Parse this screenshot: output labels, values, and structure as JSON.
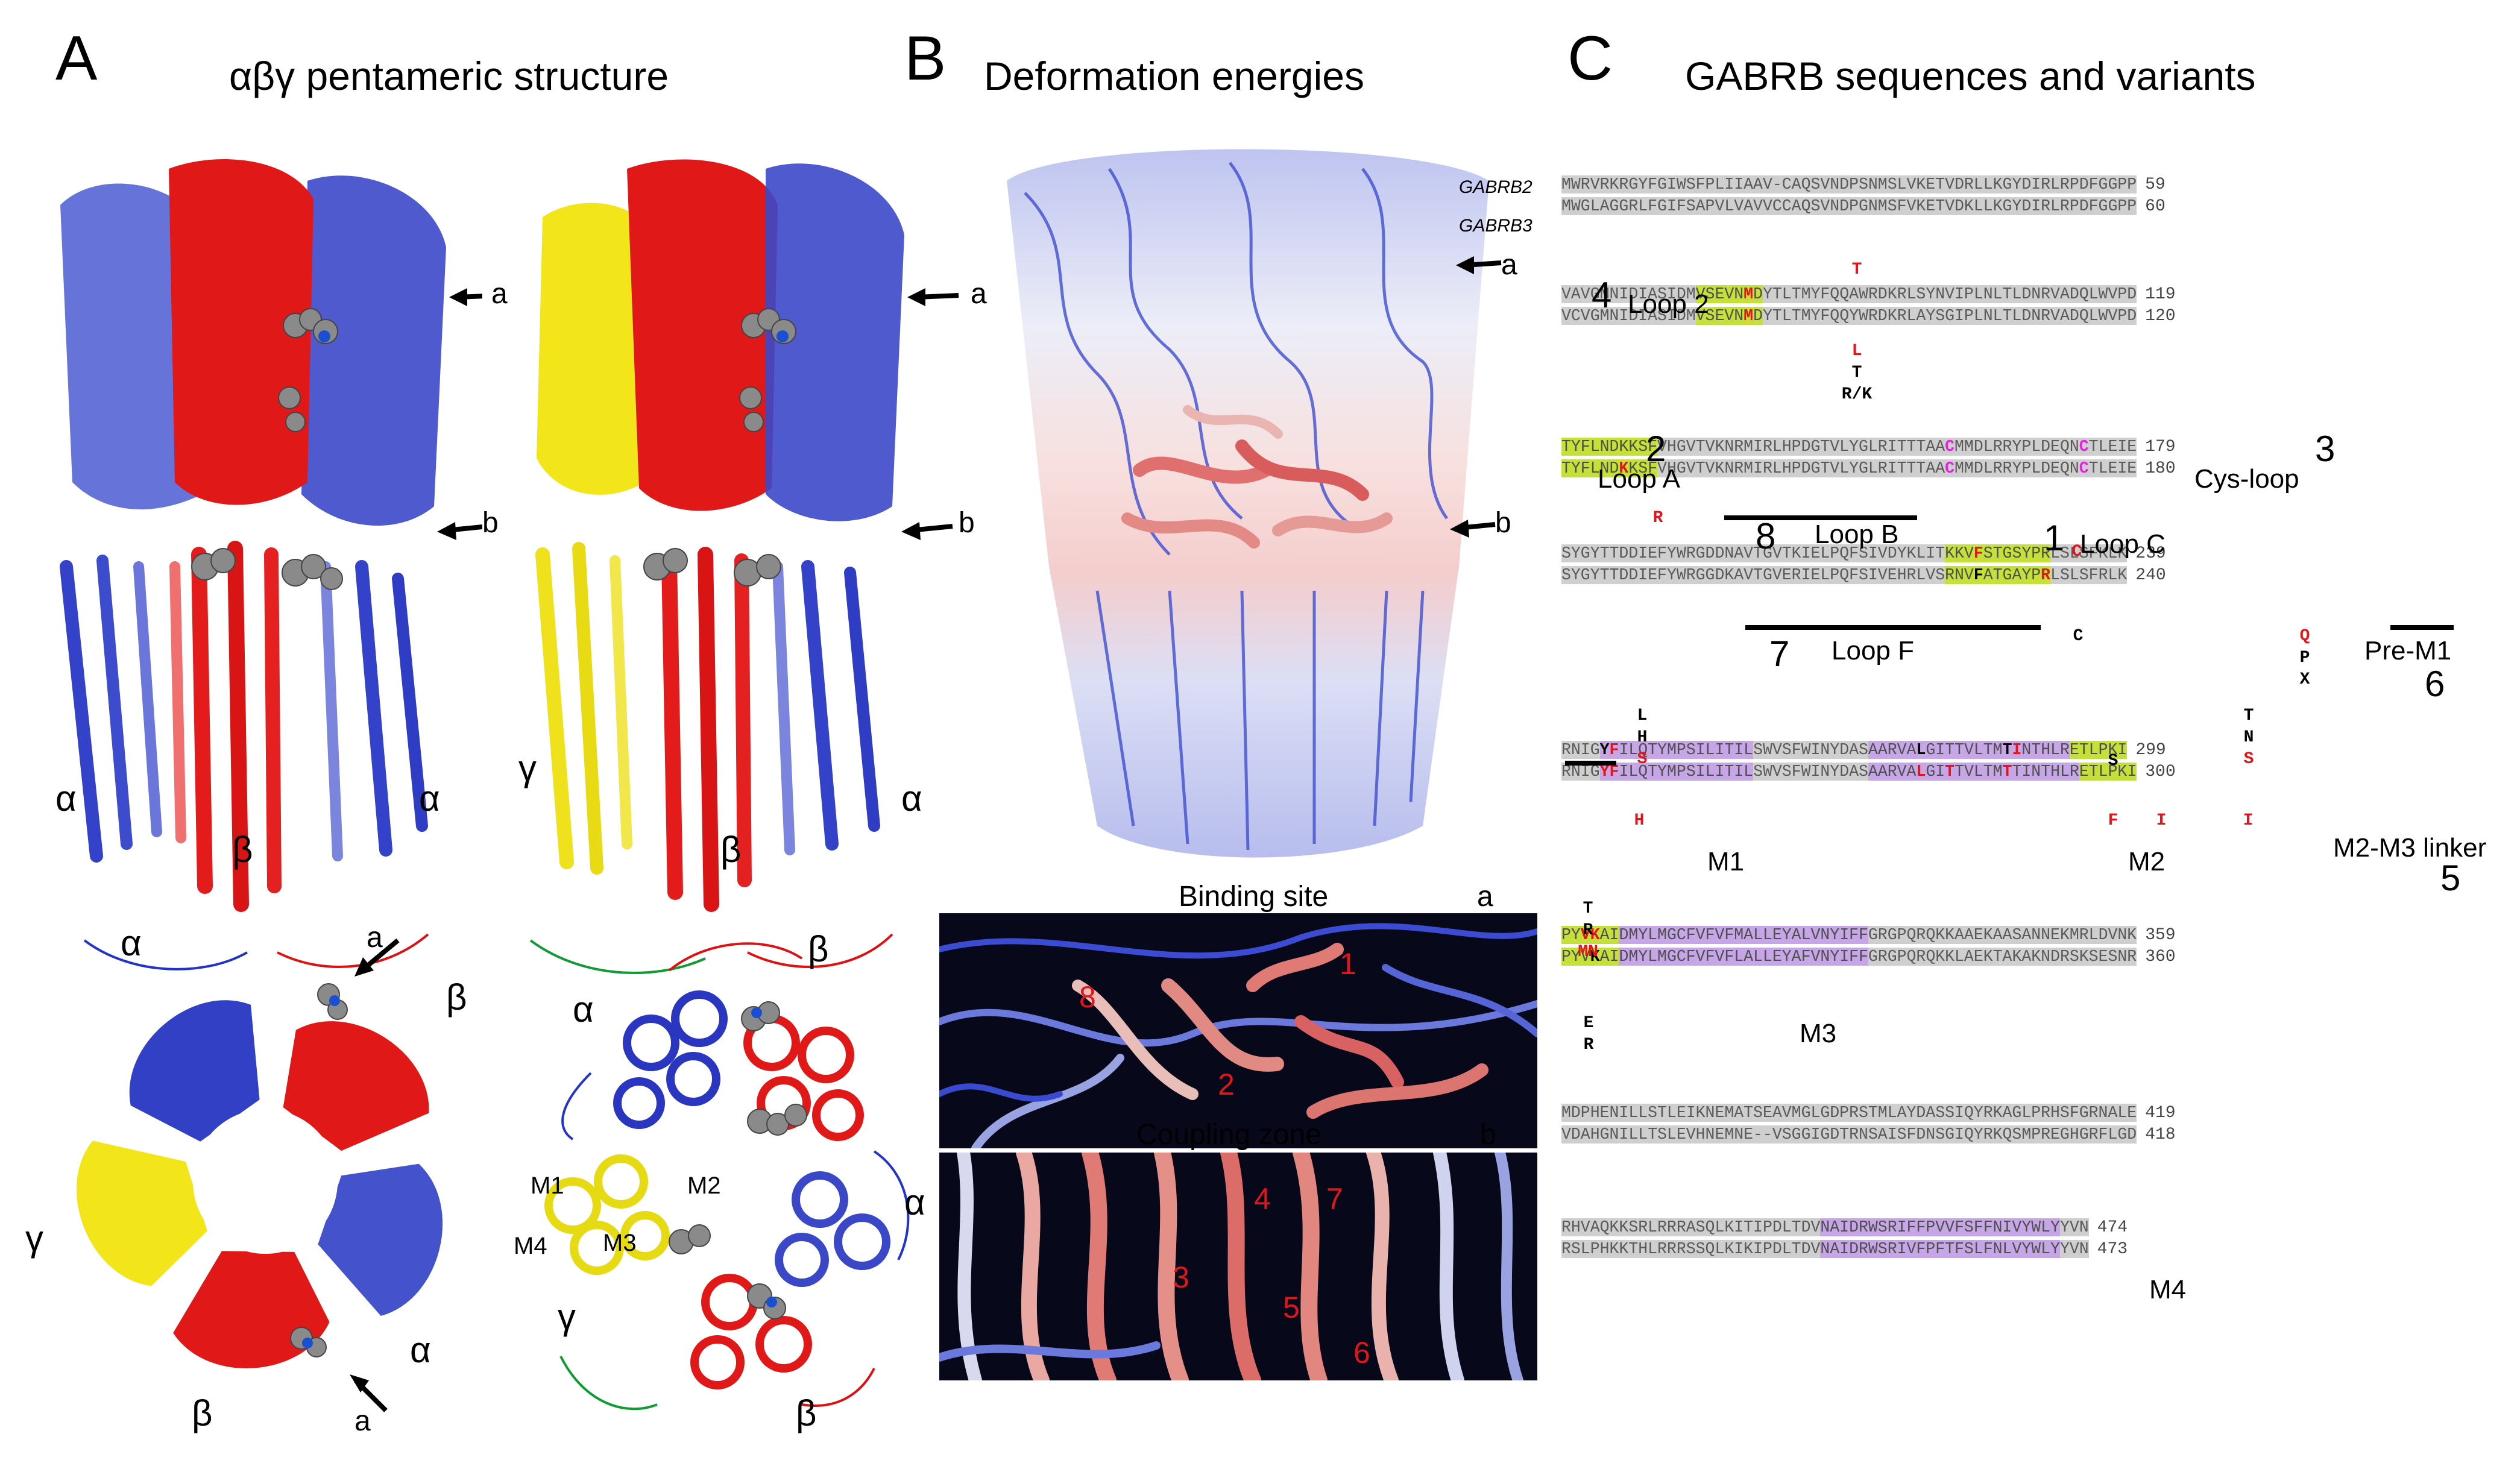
{
  "panels": {
    "A": {
      "letter": "A",
      "title": "αβγ pentameric structure"
    },
    "B": {
      "letter": "B",
      "title": "Deformation energies"
    },
    "C": {
      "letter": "C",
      "title": "GABRB sequences and variants"
    }
  },
  "panel_a": {
    "side_left": {
      "arrow_a": "a",
      "arrow_b": "b",
      "sub1": "α",
      "sub2": "β",
      "sub3": "α"
    },
    "side_right": {
      "arrow_a": "a",
      "arrow_b": "b",
      "sub1": "γ",
      "sub2": "β",
      "sub3": "α"
    },
    "top_left": {
      "a1": "a",
      "a2": "a",
      "s1": "α",
      "s2": "β",
      "s3": "γ",
      "s4": "β",
      "s5": "α"
    },
    "top_right": {
      "s1": "α",
      "s2": "β",
      "s3": "α",
      "s4": "β",
      "s5": "γ",
      "m1": "M1",
      "m2": "M2",
      "m3": "M3",
      "m4": "M4"
    }
  },
  "panel_b": {
    "arrow_a": "a",
    "arrow_b": "b",
    "zoom_a": {
      "title": "Binding site",
      "tag": "a",
      "nums": [
        "1",
        "2",
        "8"
      ]
    },
    "zoom_b": {
      "title": "Coupling zone",
      "tag": "b",
      "nums": [
        "3",
        "4",
        "5",
        "6",
        "7"
      ]
    }
  },
  "sequences": {
    "names": [
      "GABRB2",
      "GABRB3"
    ],
    "blocks": [
      {
        "rows": [
          {
            "segs": [
              [
                "g",
                "MWRVRKRGYFGIWSFPLIIAAV-CAQSVNDPSNMSLVKETVDRLLKGYDIRLRPDFGGPP"
              ]
            ],
            "num": "59"
          },
          {
            "segs": [
              [
                "g",
                "MWGLAGGRLFGIFSAPVLVAVVCCAQSVNDPGNMSFVKETVDKLLKGYDIRLRPDFGGPP"
              ]
            ],
            "num": "60"
          }
        ]
      },
      {
        "rows": [
          {
            "segs": [
              [
                "g",
                "VAVGMNIDIASIDM"
              ],
              [
                "y",
                "VSEVN"
              ],
              [
                "yr",
                "M"
              ],
              [
                "y",
                "D"
              ],
              [
                "g",
                "YTLTMYFQQAWRDKRLSYNVIPLNLTLDNRVADQLWVPD"
              ]
            ],
            "num": "119"
          },
          {
            "segs": [
              [
                "g",
                "VCVGMNIDIASIDM"
              ],
              [
                "y",
                "VSEVN"
              ],
              [
                "yr",
                "M"
              ],
              [
                "y",
                "D"
              ],
              [
                "g",
                "YTLTMYFQQYWRDKRLAYSGIPLNLTLDNRVADQLWVPD"
              ]
            ],
            "num": "120"
          }
        ]
      },
      {
        "rows": [
          {
            "segs": [
              [
                "y",
                "TYFLNDKKSF"
              ],
              [
                "g",
                "VHGVTVKNRMIRLHPDGTVLYGLRITTTAA"
              ],
              [
                "gm",
                "C"
              ],
              [
                "g",
                "MMDLRRYPLDEQN"
              ],
              [
                "gm",
                "C"
              ],
              [
                "g",
                "TLEIE"
              ]
            ],
            "num": "179"
          },
          {
            "segs": [
              [
                "y",
                "TYFLND"
              ],
              [
                "yr",
                "K"
              ],
              [
                "y",
                "KSF"
              ],
              [
                "g",
                "VHGVTVKNRMIRLHPDGTVLYGLRITTTAA"
              ],
              [
                "gm",
                "C"
              ],
              [
                "g",
                "MMDLRRYPLDEQN"
              ],
              [
                "gm",
                "C"
              ],
              [
                "g",
                "TLEIE"
              ]
            ],
            "num": "180"
          }
        ]
      },
      {
        "rows": [
          {
            "segs": [
              [
                "g",
                "SYGYTTDDIEFYWRGDDNAVTGVTKIELPQFSIVDYKLIT"
              ],
              [
                "y",
                "KKV"
              ],
              [
                "yr",
                "F"
              ],
              [
                "y",
                "STGSYPR"
              ],
              [
                "g",
                "LSLSFKLK"
              ]
            ],
            "num": "239"
          },
          {
            "segs": [
              [
                "g",
                "SYGYTTDDIEFYWRGGDKAVTGVERIELPQFSIVEHRLVS"
              ],
              [
                "y",
                "RNV"
              ],
              [
                "yk",
                "F"
              ],
              [
                "y",
                "ATGAYP"
              ],
              [
                "yr",
                "R"
              ],
              [
                "g",
                "LSLSFRLK"
              ]
            ],
            "num": "240"
          }
        ]
      },
      {
        "rows": [
          {
            "segs": [
              [
                "g",
                "RNIG"
              ],
              [
                "pk",
                "Y"
              ],
              [
                "pr",
                "F"
              ],
              [
                "p",
                "ILQTYMPSILITIL"
              ],
              [
                "g",
                "SWVSFWINYDAS"
              ],
              [
                "p",
                "AARVA"
              ],
              [
                "pk",
                "L"
              ],
              [
                "p",
                "GITTVLTM"
              ],
              [
                "pk",
                "T"
              ],
              [
                "pr",
                "I"
              ],
              [
                "p",
                "NTHLR"
              ],
              [
                "y",
                "ETLPKI"
              ]
            ],
            "num": "299"
          },
          {
            "segs": [
              [
                "g",
                "RNIG"
              ],
              [
                "pr",
                "Y"
              ],
              [
                "pr",
                "F"
              ],
              [
                "p",
                "ILQTYMPSILITIL"
              ],
              [
                "g",
                "SWVSFWINYDAS"
              ],
              [
                "p",
                "AARVA"
              ],
              [
                "pr",
                "L"
              ],
              [
                "p",
                "GI"
              ],
              [
                "pr",
                "T"
              ],
              [
                "p",
                "TVLTM"
              ],
              [
                "pr",
                "T"
              ],
              [
                "p",
                "TINTHLR"
              ],
              [
                "y",
                "ETLPKI"
              ]
            ],
            "num": "300"
          }
        ]
      },
      {
        "rows": [
          {
            "segs": [
              [
                "y",
                "PY"
              ],
              [
                "yr",
                "VK"
              ],
              [
                "y",
                "AI"
              ],
              [
                "p",
                "DMYLMGCFVFVFMALLEYALVNYIFF"
              ],
              [
                "g",
                "GRGPQRQKKAAEKAASANNEKMRLDVNK"
              ]
            ],
            "num": "359"
          },
          {
            "segs": [
              [
                "y",
                "PYV"
              ],
              [
                "yk",
                "K"
              ],
              [
                "y",
                "AI"
              ],
              [
                "p",
                "DMYLMGCFVFVFLALLEYAFVNYIFF"
              ],
              [
                "g",
                "GRGPQRQKKLAEKTAKAKNDRSKSESNR"
              ]
            ],
            "num": "360"
          }
        ]
      },
      {
        "rows": [
          {
            "segs": [
              [
                "g",
                "MDPHENILLSTLEIKNEMATSEAVMGLGDPRSTMLAYDASSIQYRKAGLPRHSFGRNALE"
              ]
            ],
            "num": "419"
          },
          {
            "segs": [
              [
                "g",
                "VDAHGNILLTSLEVHNEMNE--VSGGIGDTRNSAISFDNSGIQYRKQSMPREGHGRFLGD"
              ]
            ],
            "num": "418"
          }
        ]
      },
      {
        "rows": [
          {
            "segs": [
              [
                "g",
                "RHVAQKKSRLRRRASQLKITIPDLTDV"
              ],
              [
                "p",
                "NAIDRWSRIFFPVVFSFFNIVYWLY"
              ],
              [
                "g",
                "YVN"
              ]
            ],
            "num": "474"
          },
          {
            "segs": [
              [
                "g",
                "RSLPHKKTHLRRRSSQLKIKIPDLTDV"
              ],
              [
                "p",
                "NAIDRWSRIVFPFTFSLFNLVYWLY"
              ],
              [
                "g",
                "YVN"
              ]
            ],
            "num": "473"
          }
        ]
      }
    ]
  },
  "seq_labels": {
    "loop2": "Loop 2",
    "loopA": "Loop A",
    "cysloop": "Cys-loop",
    "loopB": "Loop B",
    "loopC": "Loop C",
    "loopF": "Loop F",
    "prem1": "Pre-M1",
    "m1": "M1",
    "m2": "M2",
    "m2m3": "M2-M3 linker",
    "m3": "M3",
    "m4": "M4",
    "n1": "1",
    "n2": "2",
    "n3": "3",
    "n4": "4",
    "n5": "5",
    "n6": "6",
    "n7": "7",
    "n8": "8"
  },
  "variants": {
    "b2_top": [
      [
        "T",
        "red"
      ]
    ],
    "b2_bot": [
      [
        "L",
        "red"
      ],
      [
        "T",
        "black"
      ],
      [
        "R/K",
        "black"
      ]
    ],
    "b3_bot": [
      [
        "R",
        "red"
      ]
    ],
    "b4_top": [
      [
        "C",
        "red"
      ]
    ],
    "b4_bot": [
      [
        "C",
        "black"
      ]
    ],
    "b4_bot2": [
      [
        "Q",
        "red"
      ],
      [
        "P",
        "black"
      ],
      [
        "X",
        "black"
      ]
    ],
    "b5_yf_top": [
      [
        "L",
        "black"
      ],
      [
        "H",
        "black"
      ],
      [
        "S",
        "red"
      ]
    ],
    "b5_yf_bot": [
      [
        "H",
        "red"
      ]
    ],
    "b5_l_top": [
      [
        "S",
        "black"
      ]
    ],
    "b5_l_bot": [
      [
        "F",
        "red"
      ]
    ],
    "b5_t_bot": [
      [
        "I",
        "red"
      ]
    ],
    "b5_nt_top": [
      [
        "T",
        "black"
      ],
      [
        "N",
        "black"
      ],
      [
        "S",
        "red"
      ]
    ],
    "b5_nt_bot": [
      [
        "I",
        "red"
      ]
    ],
    "b6_top": [
      [
        "T",
        "black"
      ],
      [
        "R",
        "black"
      ],
      [
        "MN",
        "red"
      ]
    ],
    "b6_bot": [
      [
        "E",
        "black"
      ],
      [
        "R",
        "black"
      ]
    ]
  }
}
